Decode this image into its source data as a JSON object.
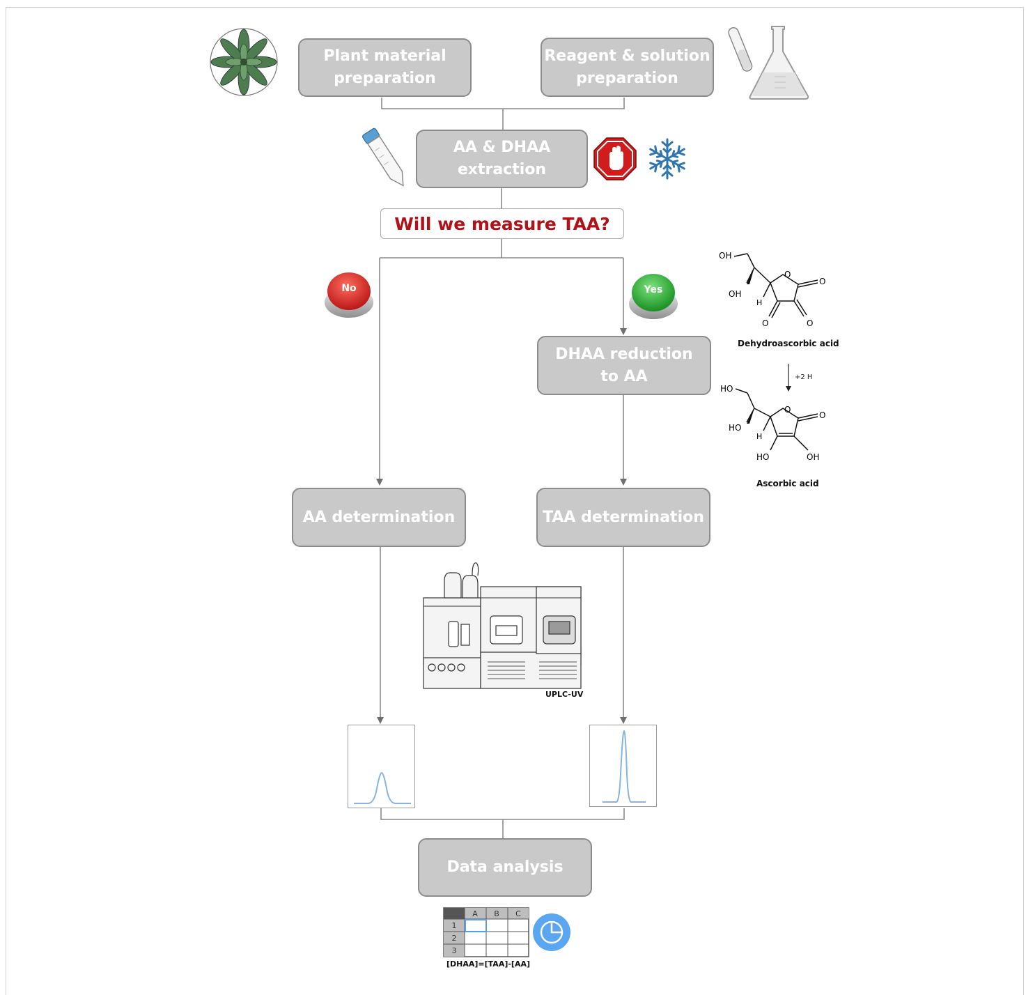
{
  "steps": {
    "plant_prep": "Plant material preparation",
    "reagent_prep": "Reagent & solution preparation",
    "extraction": "AA & DHAA extraction",
    "question": "Will we measure TAA?",
    "dhaa_reduction": "DHAA reduction to AA",
    "aa_determination": "AA determination",
    "taa_determination": "TAA determination",
    "data_analysis": "Data analysis"
  },
  "buttons": {
    "no": "No",
    "yes": "Yes"
  },
  "chemistry": {
    "dehydroascorbic_acid": "Dehydroascorbic acid",
    "reaction": "+2 H",
    "ascorbic_acid": "Ascorbic acid",
    "atoms": {
      "oh": "OH",
      "ho": "HO",
      "h": "H",
      "o": "O"
    }
  },
  "instrument_label": "UPLC-UV",
  "spreadsheet": {
    "columns": [
      "A",
      "B",
      "C"
    ],
    "rows": [
      "1",
      "2",
      "3"
    ]
  },
  "formula": "[DHAA]=[TAA]-[AA]",
  "colors": {
    "box_fill": "#c9c9c9",
    "question_text": "#b01217",
    "no_button": "#d21d1d",
    "yes_button": "#22a52a",
    "peak": "#8ab4e0"
  },
  "icons": [
    "plant-icon",
    "test-tube-icon",
    "flask-icon",
    "falcon-tube-icon",
    "stop-sign-icon",
    "snowflake-icon",
    "uplc-instrument-icon",
    "spreadsheet-icon",
    "pie-chart-icon"
  ]
}
